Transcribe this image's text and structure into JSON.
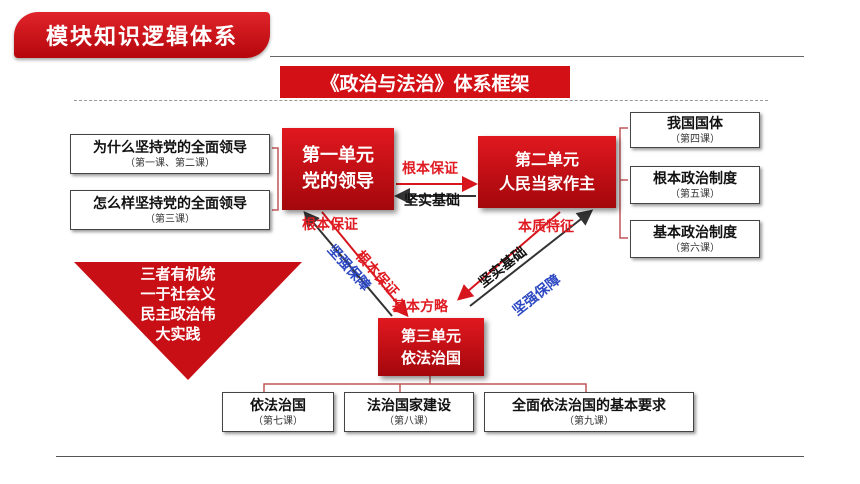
{
  "header": {
    "module_title": "模块知识逻辑体系"
  },
  "frame_title": "《政治与法治》体系框架",
  "units": {
    "unit1": {
      "line1": "第一单元",
      "line2": "党的领导"
    },
    "unit2": {
      "line1": "第二单元",
      "line2": "人民当家作主"
    },
    "unit3": {
      "line1": "第三单元",
      "line2": "依法治国"
    }
  },
  "left_boxes": [
    {
      "title": "为什么坚持党的全面领导",
      "sub": "（第一课、第二课）"
    },
    {
      "title": "怎么样坚持党的全面领导",
      "sub": "（第三课）"
    }
  ],
  "right_boxes": [
    {
      "title": "我国国体",
      "sub": "（第四课）"
    },
    {
      "title": "根本政治制度",
      "sub": "（第五课）"
    },
    {
      "title": "基本政治制度",
      "sub": "（第六课）"
    }
  ],
  "bottom_boxes": [
    {
      "title": "依法治国",
      "sub": "（第七课）"
    },
    {
      "title": "法治国家建设",
      "sub": "（第八课）"
    },
    {
      "title": "全面依法治国的基本要求",
      "sub": "（第九课）"
    }
  ],
  "relations": {
    "top_red": "根本保证",
    "top_black": "坚实基础",
    "left_red_1": "根本保证",
    "left_red_2": "根本保证",
    "left_blue": "坚强保障",
    "right_red": "本质特征",
    "right_black": "坚实基础",
    "right_blue": "坚强保障",
    "center_red": "基本方略"
  },
  "triangle_text": [
    "三者有机统",
    "一于社会义",
    "民主政治伟",
    "大实践"
  ],
  "colors": {
    "accent_red": "#d21016",
    "relation_blue": "#2c47c2"
  }
}
